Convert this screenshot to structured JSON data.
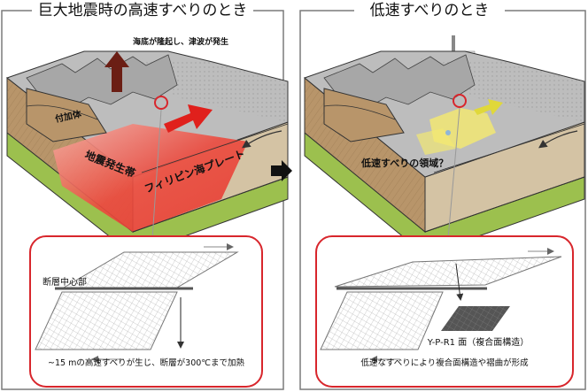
{
  "left_panel": {
    "title": "巨大地震時の高速すべりのとき",
    "uplift_label": "海底が隆起し、津波が発生",
    "accretion_label": "付加体",
    "seismogenic_label": "地震発生帯",
    "plate_label": "フィリピン海プレート",
    "fault_center_label": "断層中心部",
    "caption": "~15 mの高速すべりが生じ、断層が300℃まで加熱"
  },
  "right_panel": {
    "title": "低速すべりのとき",
    "slow_slip_label": "低速すべりの領域？",
    "core_label": "Y-P-R1 面（複合面構造）",
    "caption": "低速なすべりにより複合面構造や褶曲が形成"
  },
  "colors": {
    "panel_border": "#7a7a7a",
    "inset_border": "#d8262c",
    "seismogenic_red": "#e8413c",
    "arrow_red": "#e0201c",
    "uplift_arrow": "#6b1e14",
    "slow_slip_yellow": "#f2e873",
    "crust_brown": "#b8956a",
    "seafloor_gray": "#bdbdbd",
    "mantle_green": "#9cc04e"
  }
}
